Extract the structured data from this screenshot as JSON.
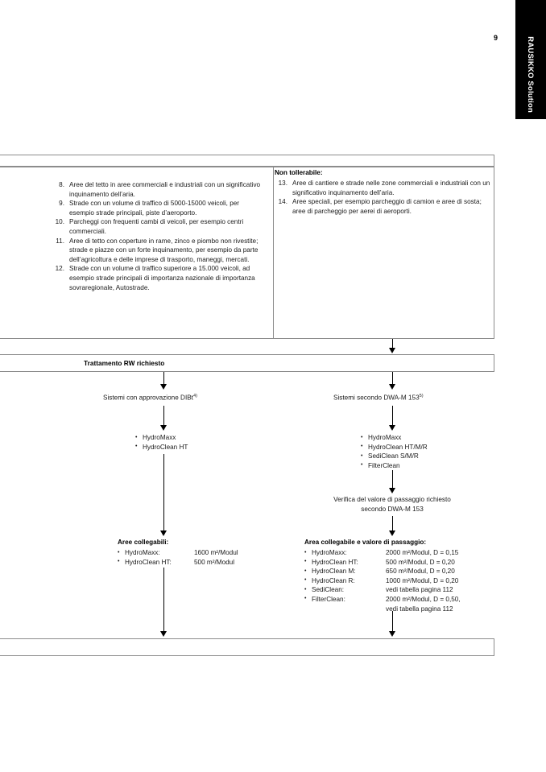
{
  "page": {
    "number": "9",
    "side_tab_label": "RAUSIKKO Solution"
  },
  "criteria_box": {
    "left_column": {
      "items": [
        {
          "num": "8.",
          "text": "Aree del tetto in aree commerciali e industriali con un significativo inquinamento dell’aria."
        },
        {
          "num": "9.",
          "text": "Strade con un volume di traffico di 5000-15000 veicoli, per esempio strade principali, piste d’aeroporto."
        },
        {
          "num": "10.",
          "text": "Parcheggi con frequenti cambi di veicoli, per esempio centri commerciali."
        },
        {
          "num": "11.",
          "text": "Aree di tetto con coperture in rame, zinco e piombo non rivestite; strade e piazze con un forte inquinamento, per esempio da parte dell’agricoltura e delle imprese di trasporto, maneggi, mercati."
        },
        {
          "num": "12.",
          "text": "Strade con un volume di traffico superiore a 15.000 veicoli, ad esempio strade principali di importanza nazionale di importanza sovraregionale, Autostrade."
        }
      ]
    },
    "right_column": {
      "heading": "Non tollerabile:",
      "items": [
        {
          "num": "13.",
          "text": "Aree di cantiere e strade nelle zone commerciali e industriali con un significativo inquinamento dell’aria."
        },
        {
          "num": "14.",
          "text": "Aree speciali, per esempio parcheggio di camion e aree di sosta; aree di parcheggio per aerei di aeroporti."
        }
      ]
    }
  },
  "treatment_bar": {
    "label": "Trattamento RW richiesto"
  },
  "branch_left": {
    "title": "Sistemi con approvazione DIBt",
    "title_sup": "4)",
    "systems": [
      "HydroMaxx",
      "HydroClean HT"
    ],
    "spec_heading": "Aree collegabili:",
    "specs": [
      {
        "name": "HydroMaxx:",
        "value": "1600 m²/Modul"
      },
      {
        "name": "HydroClean HT:",
        "value": "500 m²/Modul"
      }
    ]
  },
  "branch_right": {
    "title": "Sistemi secondo DWA-M 153",
    "title_sup": "5)",
    "systems": [
      "HydroMaxx",
      "HydroClean HT/M/R",
      "SediClean S/M/R",
      "FilterClean"
    ],
    "note_line1": "Verifica del valore di passaggio richiesto",
    "note_line2": "secondo DWA-M 153",
    "spec_heading": "Area collegabile e valore di passaggio:",
    "specs": [
      {
        "name": "HydroMaxx:",
        "value": "2000 m²/Modul, D = 0,15",
        "cont": ""
      },
      {
        "name": "HydroClean HT:",
        "value": "500 m²/Modul, D = 0,20",
        "cont": ""
      },
      {
        "name": "HydroClean M:",
        "value": "650 m²/Modul, D = 0,20",
        "cont": ""
      },
      {
        "name": "HydroClean R:",
        "value": "1000 m²/Modul, D = 0,20",
        "cont": ""
      },
      {
        "name": "SediClean:",
        "value": "vedi tabella pagina 112",
        "cont": ""
      },
      {
        "name": "FilterClean:",
        "value": "2000 m²/Modul, D = 0,50,",
        "cont": "vedi tabella pagina 112"
      }
    ]
  }
}
